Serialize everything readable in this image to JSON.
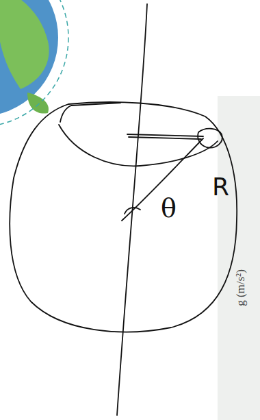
{
  "diagram": {
    "labels": [
      "θ",
      "R",
      "g (m/s²)"
    ]
  }
}
